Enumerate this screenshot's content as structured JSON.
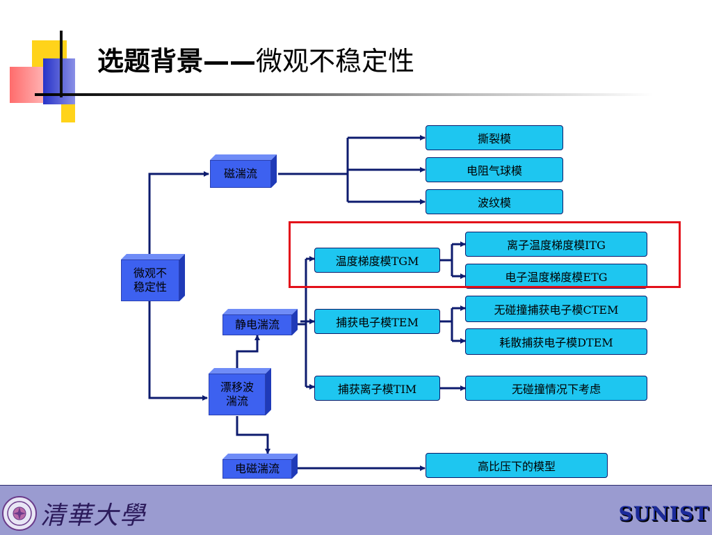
{
  "slide": {
    "title_bold": "选题背景——",
    "title_rest": "微观不稳定性"
  },
  "diagram": {
    "root": "微观不\n稳定性",
    "branches": {
      "magnetic": "磁湍流",
      "electrostatic": "静电湍流",
      "drift_wave": "漂移波\n湍流",
      "electromagnetic": "电磁湍流"
    },
    "magnetic_children": [
      "撕裂模",
      "电阻气球模",
      "波纹模"
    ],
    "electrostatic_children": [
      "温度梯度模TGM",
      "捕获电子模TEM",
      "捕获离子模TIM"
    ],
    "tgm_children": [
      "离子温度梯度模ITG",
      "电子温度梯度模ETG"
    ],
    "tem_children": [
      "无碰撞捕获电子模CTEM",
      "耗散捕获电子模DTEM"
    ],
    "tim_children": [
      "无碰撞情况下考虑"
    ],
    "electromagnetic_children": [
      "高比压下的模型"
    ]
  },
  "footer": {
    "university": "清華大學",
    "brand": "SUNIST"
  },
  "colors": {
    "box_blue": "#3d61f0",
    "leaf_cyan": "#1ec6f0",
    "connector": "#0d1b6e",
    "highlight": "#e3101a",
    "footer_bg": "#9a9bd0"
  }
}
